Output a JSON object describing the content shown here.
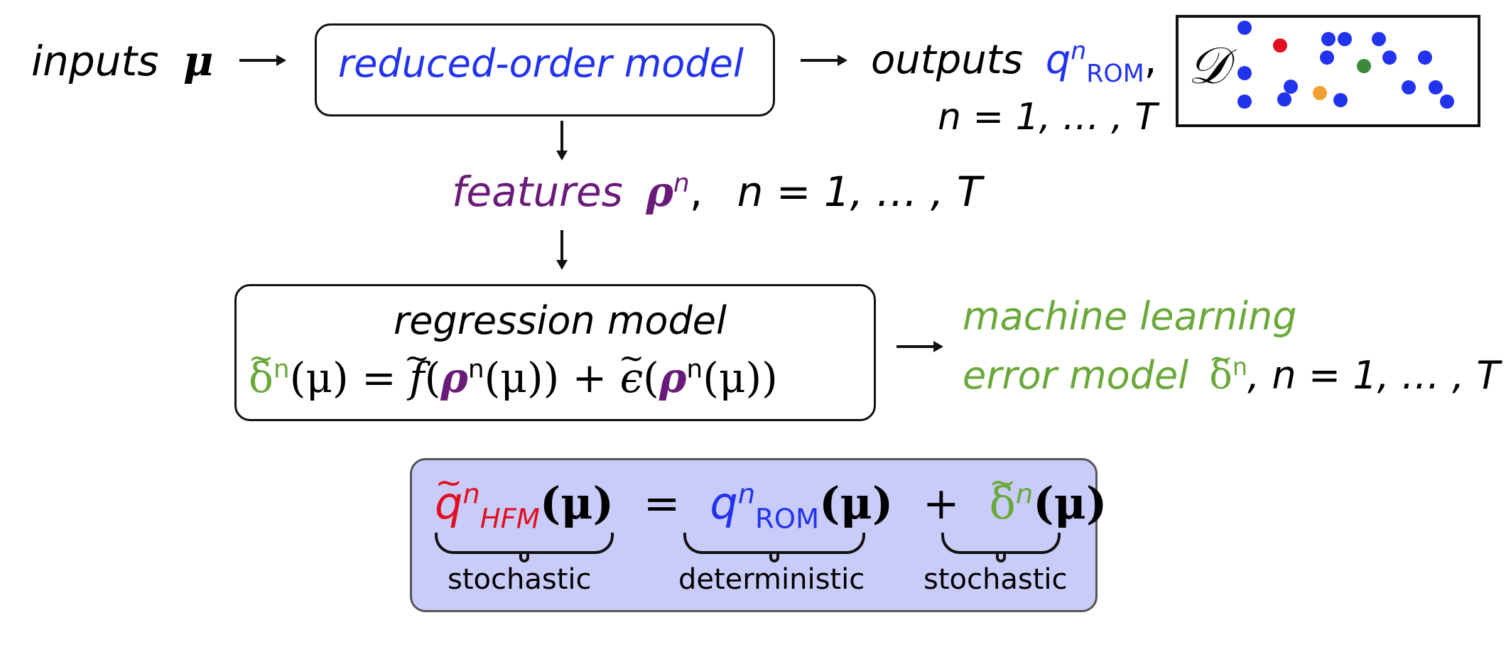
{
  "flow": {
    "inputs_label": "inputs",
    "inputs_symbol": "μ",
    "rom_label": "reduced-order model",
    "outputs_label": "outputs",
    "outputs_symbol": "q",
    "outputs_sup": "n",
    "outputs_sub": "ROM",
    "outputs_range": "n = 1, … , T",
    "features_label": "features",
    "features_symbol": "ρ",
    "features_sup": "n",
    "features_range": "n = 1, … , T",
    "regression_title": "regression model",
    "regression_eq_lhs": "δ",
    "regression_eq_lhs_sup": "n",
    "regression_eq_arg": "(μ) = ",
    "regression_eq_f": "f",
    "regression_eq_f_arg_open": "(",
    "regression_eq_rho": "ρ",
    "regression_eq_rho_sup": "n",
    "regression_eq_mu": "(μ)) + ",
    "regression_eq_eps": "ϵ",
    "regression_eq_eps_open": "(",
    "regression_eq_rho2": "ρ",
    "regression_eq_rho2_sup": "n",
    "regression_eq_mu2": "(μ))",
    "ml_line1": "machine learning",
    "ml_line2": "error model",
    "ml_symbol": "δ",
    "ml_symbol_sup": "n",
    "ml_range": ", n = 1, … , T",
    "dataset_symbol": "𝒟"
  },
  "equation": {
    "hfm_q": "q",
    "hfm_sup": "n",
    "hfm_sub": "HFM",
    "hfm_arg": "(μ)",
    "equals": "=",
    "rom_q": "q",
    "rom_sup": "n",
    "rom_sub": "ROM",
    "rom_arg": "(μ)",
    "plus": "+",
    "delta": "δ",
    "delta_sup": "n",
    "delta_arg": "(μ)",
    "label_stochastic_1": "stochastic",
    "label_deterministic": "deterministic",
    "label_stochastic_2": "stochastic"
  },
  "colors": {
    "blue": "#2233ee",
    "purple": "#6a1b7a",
    "green": "#6aa83a",
    "red": "#e01020",
    "orange": "#f0a030",
    "dark_green": "#3a8a3a",
    "eq_box_fill": "#c9ccf9"
  },
  "dataset_dots": [
    {
      "color": "blue"
    },
    {
      "color": "red"
    },
    {
      "color": "blue"
    },
    {
      "color": "blue"
    },
    {
      "color": "blue"
    },
    {
      "color": "dark_green"
    },
    {
      "color": "blue"
    },
    {
      "color": "blue"
    },
    {
      "color": "blue"
    },
    {
      "color": "blue"
    },
    {
      "color": "blue"
    },
    {
      "color": "orange"
    },
    {
      "color": "blue"
    },
    {
      "color": "blue"
    },
    {
      "color": "blue"
    },
    {
      "color": "blue"
    },
    {
      "color": "blue"
    },
    {
      "color": "blue"
    }
  ]
}
